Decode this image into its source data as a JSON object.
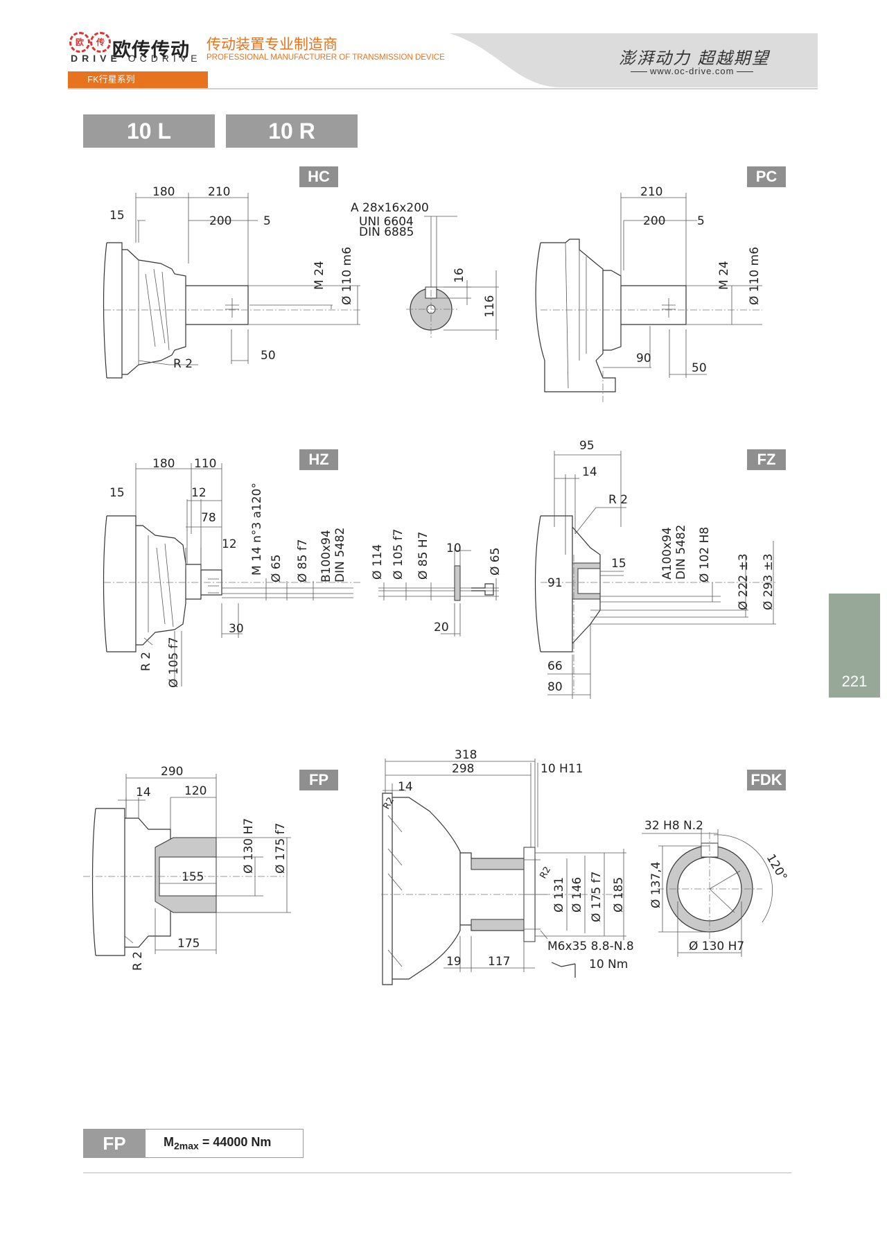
{
  "header": {
    "logo_mark_top": "欧",
    "logo_mark_bottom": "传",
    "brand_cn": "欧传传动",
    "brand_en_bold": "DRIVE",
    "brand_en_light": "OCDRIVE",
    "tagline_cn": "传动装置专业制造商",
    "tagline_en": "PROFESSIONAL MANUFACTURER OF TRANSMISSION DEVICE",
    "slogan": "澎湃动力 超越期望",
    "website": "www.oc-drive.com",
    "series": "FK行星系列",
    "accent_color": "#e8731e"
  },
  "models": [
    "10 L",
    "10 R"
  ],
  "sections": [
    "HC",
    "PC",
    "HZ",
    "FZ",
    "FP",
    "FDK"
  ],
  "side_tab": {
    "page_number": "221"
  },
  "footer": {
    "label": "FP",
    "torque_prefix": "M",
    "torque_sub": "2max",
    "torque_value": " = 44000 Nm"
  },
  "dims": {
    "hc": [
      "180",
      "210",
      "15",
      "200",
      "5",
      "M 24",
      "Ø 110 m6",
      "50",
      "R 2"
    ],
    "key": [
      "A 28x16x200",
      "UNI 6604",
      "DIN 6885",
      "16",
      "116"
    ],
    "pc": [
      "210",
      "200",
      "5",
      "M 24",
      "Ø 110 m6",
      "90",
      "50"
    ],
    "hz": [
      "180",
      "110",
      "15",
      "12",
      "78",
      "12",
      "M 14 n°3 a120°",
      "Ø 65",
      "Ø 85 f7",
      "B100x94",
      "DIN 5482",
      "30",
      "R 2",
      "Ø 105 f7"
    ],
    "hz2": [
      "Ø 114",
      "Ø 105 f7",
      "Ø 85 H7",
      "10",
      "Ø 65",
      "20"
    ],
    "fz": [
      "95",
      "14",
      "R 2",
      "A100x94",
      "DIN 5482",
      "Ø 102 H8",
      "Ø 222 ±3",
      "Ø 293 ±3",
      "15",
      "91",
      "66",
      "80"
    ],
    "fp": [
      "290",
      "14",
      "120",
      "Ø 130 H7",
      "Ø 175 f7",
      "155",
      "175",
      "R 2"
    ],
    "fp2": [
      "318",
      "298",
      "10 H11",
      "14",
      "R2",
      "R2",
      "Ø 131",
      "Ø 146",
      "Ø 175 f7",
      "Ø 185",
      "M6x35 8.8-N.8",
      "10 Nm",
      "19",
      "117"
    ],
    "fdk": [
      "32 H8 N.2",
      "120°",
      "Ø 137,4",
      "Ø 130 H7"
    ]
  }
}
